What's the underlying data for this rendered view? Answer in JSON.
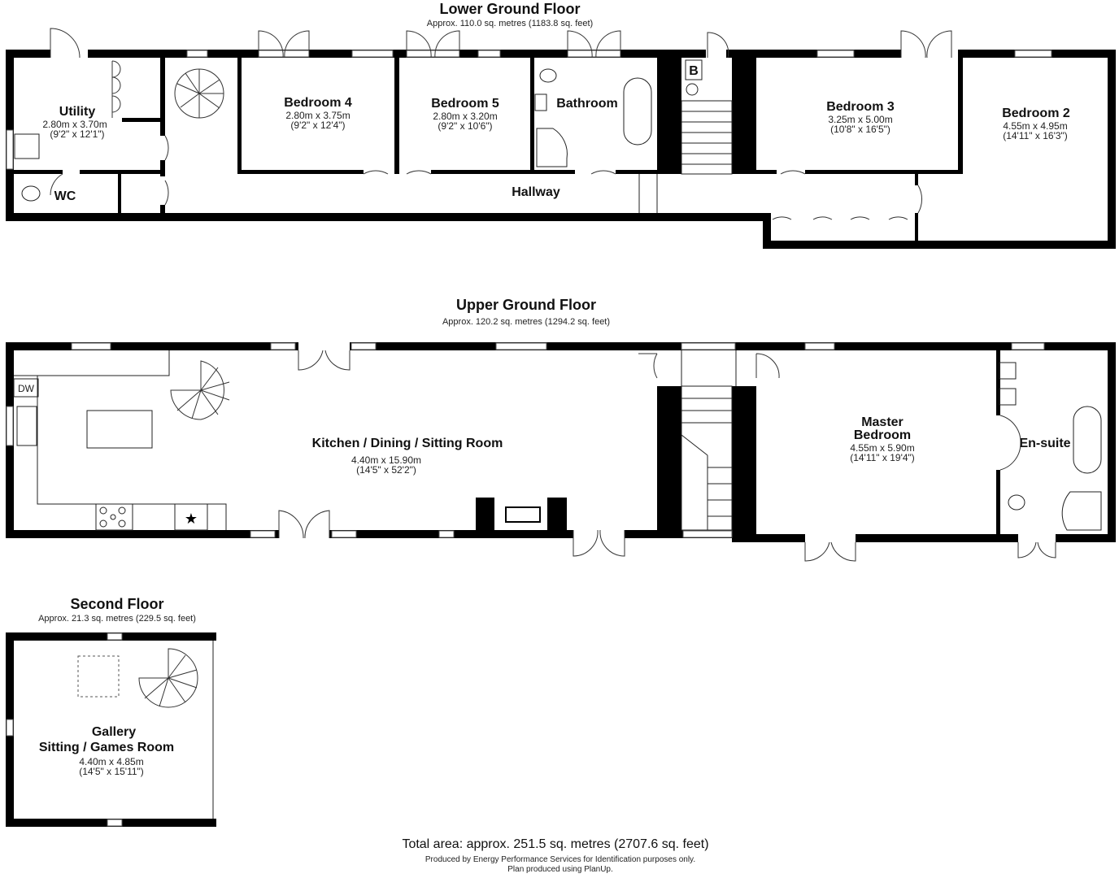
{
  "floors": {
    "lower": {
      "title": "Lower Ground Floor",
      "area": "Approx. 110.0 sq. metres (1183.8 sq. feet)",
      "rooms": [
        {
          "name": "Utility",
          "metric": "2.80m x 3.70m",
          "imperial": "(9'2\" x 12'1\")"
        },
        {
          "name": "Bedroom 4",
          "metric": "2.80m x 3.75m",
          "imperial": "(9'2\" x 12'4\")"
        },
        {
          "name": "Bedroom 5",
          "metric": "2.80m x 3.20m",
          "imperial": "(9'2\" x 10'6\")"
        },
        {
          "name": "Bathroom"
        },
        {
          "name": "Bedroom 3",
          "metric": "3.25m x 5.00m",
          "imperial": "(10'8\" x 16'5\")"
        },
        {
          "name": "Bedroom 2",
          "metric": "4.55m x 4.95m",
          "imperial": "(14'11\" x 16'3\")"
        },
        {
          "name": "WC"
        },
        {
          "name": "Hallway"
        }
      ],
      "boiler_label": "B"
    },
    "upper": {
      "title": "Upper Ground Floor",
      "area": "Approx. 120.2 sq. metres (1294.2 sq. feet)",
      "rooms": [
        {
          "name": "Kitchen / Dining / Sitting Room",
          "metric": "4.40m x 15.90m",
          "imperial": "(14'5\" x 52'2\")"
        },
        {
          "name": "Master",
          "name2": "Bedroom",
          "metric": "4.55m x 5.90m",
          "imperial": "(14'11\" x 19'4\")"
        },
        {
          "name": "En-suite"
        }
      ],
      "dw_label": "DW"
    },
    "second": {
      "title": "Second Floor",
      "area": "Approx. 21.3 sq. metres (229.5 sq. feet)",
      "rooms": [
        {
          "name": "Gallery",
          "name2": "Sitting / Games Room",
          "metric": "4.40m x 4.85m",
          "imperial": "(14'5\" x 15'11\")"
        }
      ]
    }
  },
  "footer": {
    "total": "Total area: approx. 251.5 sq. metres (2707.6 sq. feet)",
    "credit1": "Produced by Energy Performance Services for Identification purposes only.",
    "credit2": "Plan produced using PlanUp."
  }
}
